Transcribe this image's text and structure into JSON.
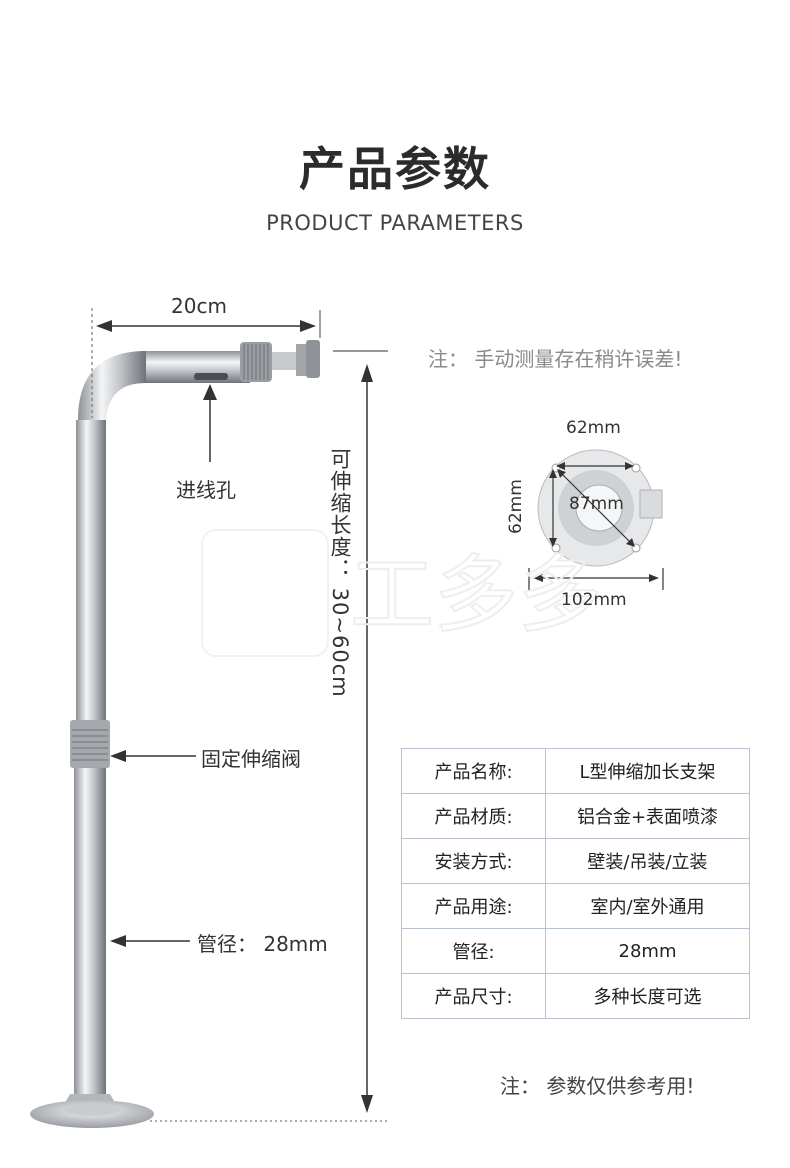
{
  "header": {
    "title": "产品参数",
    "subtitle": "PRODUCT PARAMETERS"
  },
  "diagram": {
    "arm_length": "20cm",
    "cable_hole_label": "进线孔",
    "adjustable_length_label": "可伸缩长度： 30~60cm",
    "fixing_valve_label": "固定伸缩阀",
    "pipe_diameter_label": "管径： 28mm"
  },
  "base_plate": {
    "top_width": "62mm",
    "side_height": "62mm",
    "center_diameter": "87mm",
    "total_width": "102mm"
  },
  "notes": {
    "measurement_note": "注： 手动测量存在稍许误差!",
    "reference_note": "注： 参数仅供参考用!"
  },
  "specs": [
    {
      "key": "产品名称:",
      "value": "L型伸缩加长支架"
    },
    {
      "key": "产品材质:",
      "value": "铝合金+表面喷漆"
    },
    {
      "key": "安装方式:",
      "value": "壁装/吊装/立装"
    },
    {
      "key": "产品用途:",
      "value": "室内/室外通用"
    },
    {
      "key": "管径:",
      "value": "28mm"
    },
    {
      "key": "产品尺寸:",
      "value": "多种长度可选"
    }
  ],
  "watermark_text": "工多多"
}
